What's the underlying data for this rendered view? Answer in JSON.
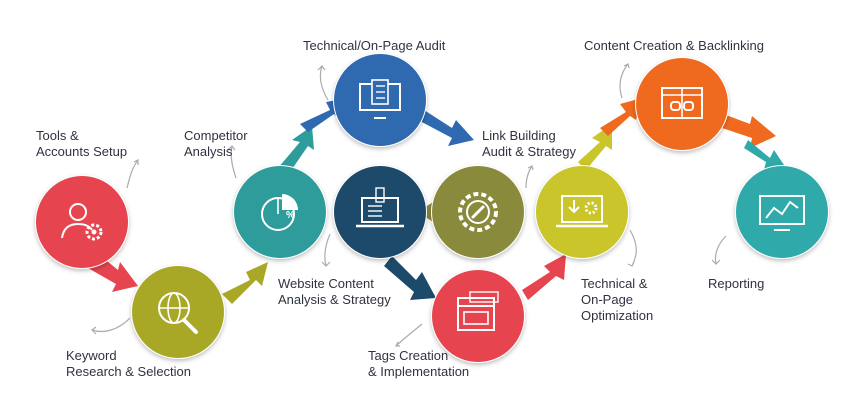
{
  "steps": [
    {
      "id": "tools",
      "label": [
        "Tools &",
        "Accounts Setup"
      ],
      "color": "#e6444e",
      "icon": "user-gear-icon"
    },
    {
      "id": "keyword",
      "label": [
        "Keyword",
        "Research & Selection"
      ],
      "color": "#a8a826",
      "icon": "globe-search-icon"
    },
    {
      "id": "competitor",
      "label": [
        "Competitor",
        "Analysis"
      ],
      "color": "#2f9c9c",
      "icon": "pie-chart-icon"
    },
    {
      "id": "audit",
      "label": [
        "Technical/On-Page Audit"
      ],
      "color": "#2f6ab0",
      "icon": "checklist-monitor-icon"
    },
    {
      "id": "website",
      "label": [
        "Website Content",
        "Analysis & Strategy"
      ],
      "color": "#1d4a6a",
      "icon": "code-laptop-icon"
    },
    {
      "id": "tags",
      "label": [
        "Tags Creation",
        "& Implementation"
      ],
      "color": "#e6444e",
      "icon": "browser-window-icon"
    },
    {
      "id": "link",
      "label": [
        "Link Building",
        "Audit & Strategy"
      ],
      "color": "#8a8a3c",
      "icon": "gear-link-icon"
    },
    {
      "id": "optimization",
      "label": [
        "Technical &",
        "On-Page",
        "Optimization"
      ],
      "color": "#c9c52a",
      "icon": "download-laptop-icon"
    },
    {
      "id": "content",
      "label": [
        "Content Creation & Backlinking"
      ],
      "color": "#ef6a1f",
      "icon": "chain-link-icon"
    },
    {
      "id": "reporting",
      "label": [
        "Reporting"
      ],
      "color": "#2fa9a9",
      "icon": "line-chart-monitor-icon"
    }
  ]
}
